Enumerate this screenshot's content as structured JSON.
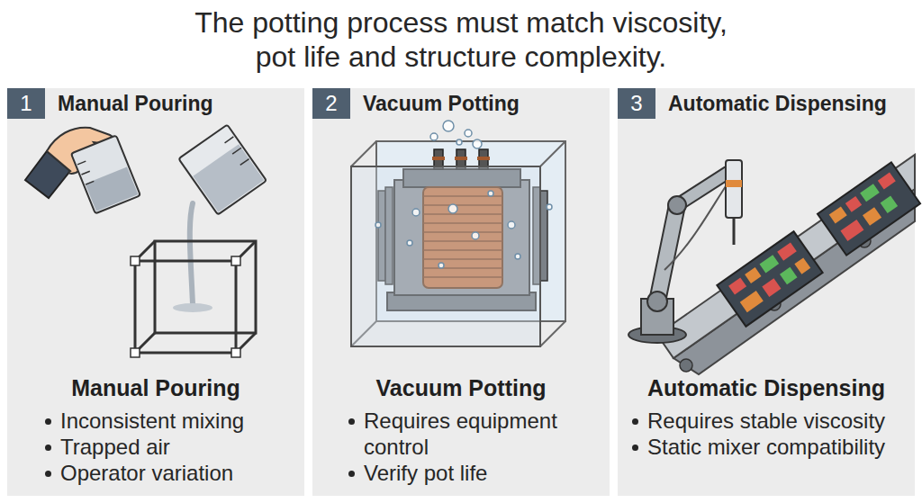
{
  "diagram": {
    "title": "The potting process must match viscosity, pot life and structure complexity.",
    "nodes": [
      {
        "text": [
          "Manual Pouring",
          "Manual Pouring",
          "Inconsistent mixing",
          "Trapped air",
          "Operator variation"
        ]
      },
      {
        "text": [
          "1"
        ],
        "in": 0
      },
      {
        "text": [
          "Vacuum Potting",
          "Vacuum Potting",
          "Requires equipment control",
          "Verify pot life"
        ]
      },
      {
        "text": [
          "2"
        ],
        "in": 2
      },
      {
        "text": [
          "Automatic Dispensing",
          "Automatic Dispensing",
          "Requires stable viscosity",
          "Static mixer compatibility"
        ]
      },
      {
        "text": [
          "3"
        ],
        "in": 4
      }
    ]
  }
}
